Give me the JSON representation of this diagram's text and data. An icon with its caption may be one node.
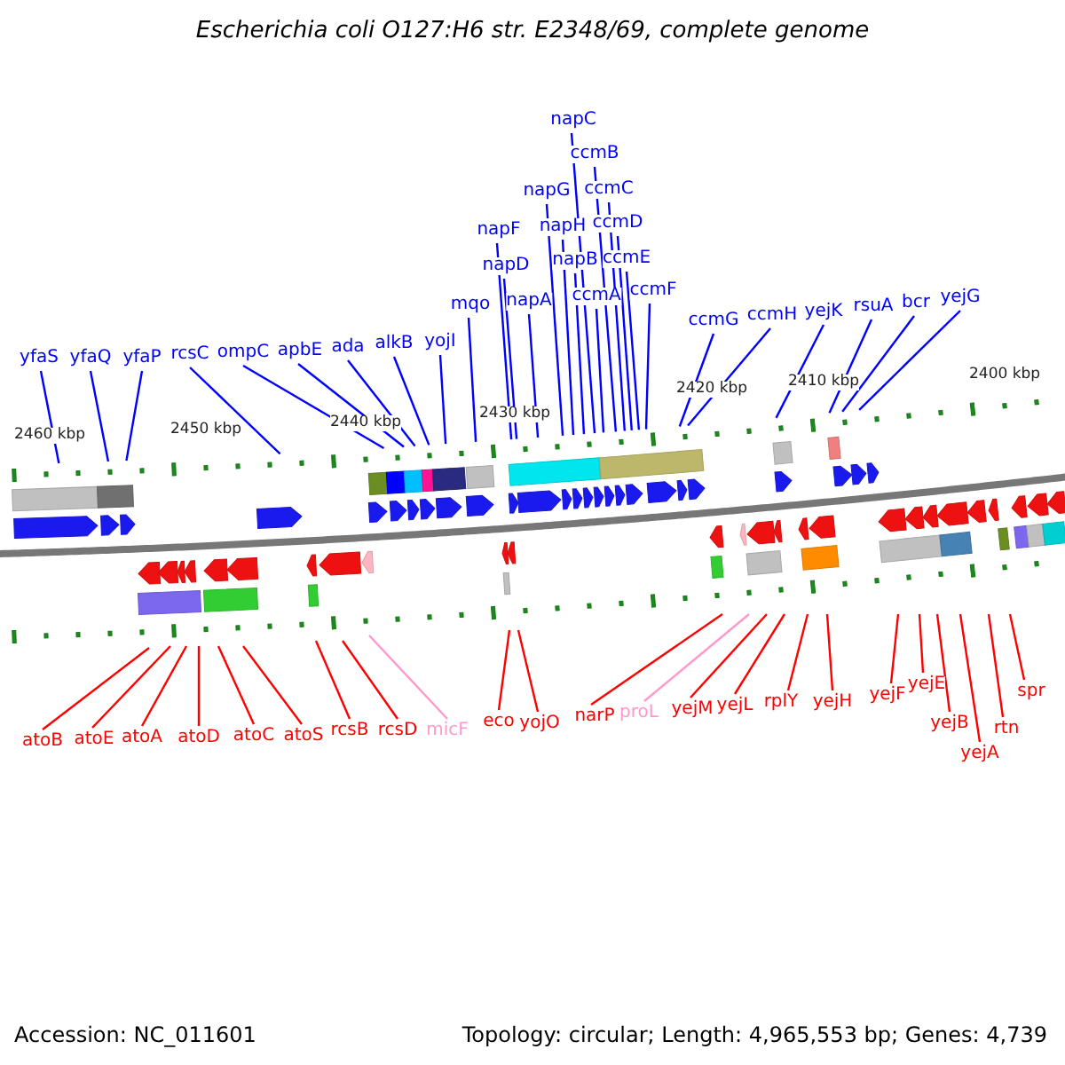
{
  "diagram": {
    "title": "Escherichia coli O127:H6 str. E2348/69, complete genome",
    "nodes": [
      {
        "text": [
          "yfaS"
        ]
      },
      {
        "text": [
          "yfaQ"
        ]
      },
      {
        "text": [
          "yfaP"
        ]
      },
      {
        "text": [
          "rcsC"
        ]
      },
      {
        "text": [
          "ompC"
        ]
      },
      {
        "text": [
          "apbE"
        ]
      },
      {
        "text": [
          "ada"
        ]
      },
      {
        "text": [
          "alkB"
        ]
      },
      {
        "text": [
          "yojI"
        ]
      },
      {
        "text": [
          "mqo"
        ]
      },
      {
        "text": [
          "napF"
        ]
      },
      {
        "text": [
          "napD"
        ]
      },
      {
        "text": [
          "napA"
        ]
      },
      {
        "text": [
          "napC"
        ]
      },
      {
        "text": [
          "ccmB"
        ]
      },
      {
        "text": [
          "napG"
        ]
      },
      {
        "text": [
          "ccmC"
        ]
      },
      {
        "text": [
          "napH"
        ]
      },
      {
        "text": [
          "ccmD"
        ]
      },
      {
        "text": [
          "napB"
        ]
      },
      {
        "text": [
          "ccmE"
        ]
      },
      {
        "text": [
          "ccmA"
        ]
      },
      {
        "text": [
          "ccmF"
        ]
      },
      {
        "text": [
          "ccmG"
        ]
      },
      {
        "text": [
          "ccmH"
        ]
      },
      {
        "text": [
          "yejK"
        ]
      },
      {
        "text": [
          "rsuA"
        ]
      },
      {
        "text": [
          "bcr"
        ]
      },
      {
        "text": [
          "yejG"
        ]
      },
      {
        "text": [
          "atoB"
        ]
      },
      {
        "text": [
          "atoE"
        ]
      },
      {
        "text": [
          "atoA"
        ]
      },
      {
        "text": [
          "atoD"
        ]
      },
      {
        "text": [
          "atoC"
        ]
      },
      {
        "text": [
          "atoS"
        ]
      },
      {
        "text": [
          "rcsB"
        ]
      },
      {
        "text": [
          "rcsD"
        ]
      },
      {
        "text": [
          "micF"
        ]
      },
      {
        "text": [
          "eco"
        ]
      },
      {
        "text": [
          "yojO"
        ]
      },
      {
        "text": [
          "narP"
        ]
      },
      {
        "text": [
          "proL"
        ]
      },
      {
        "text": [
          "yejM"
        ]
      },
      {
        "text": [
          "yejL"
        ]
      },
      {
        "text": [
          "rplY"
        ]
      },
      {
        "text": [
          "yejH"
        ]
      },
      {
        "text": [
          "yejF"
        ]
      },
      {
        "text": [
          "yejE"
        ]
      },
      {
        "text": [
          "yejB"
        ]
      },
      {
        "text": [
          "yejA"
        ]
      },
      {
        "text": [
          "rtn"
        ]
      },
      {
        "text": [
          "spr"
        ]
      }
    ],
    "edges": [
      {
        "from": 0,
        "to": null,
        "arrow": "none"
      },
      {
        "from": 1,
        "to": null,
        "arrow": "none"
      },
      {
        "from": 2,
        "to": null,
        "arrow": "none"
      },
      {
        "from": 3,
        "to": null,
        "arrow": "none"
      },
      {
        "from": 4,
        "to": null,
        "arrow": "none"
      },
      {
        "from": 5,
        "to": null,
        "arrow": "none"
      },
      {
        "from": 6,
        "to": null,
        "arrow": "none"
      },
      {
        "from": 7,
        "to": null,
        "arrow": "none"
      },
      {
        "from": 8,
        "to": null,
        "arrow": "none"
      },
      {
        "from": 9,
        "to": null,
        "arrow": "none"
      },
      {
        "from": 10,
        "to": null,
        "arrow": "none"
      },
      {
        "from": 11,
        "to": null,
        "arrow": "none"
      },
      {
        "from": 12,
        "to": null,
        "arrow": "none"
      },
      {
        "from": 13,
        "to": null,
        "arrow": "none"
      },
      {
        "from": 14,
        "to": null,
        "arrow": "none"
      },
      {
        "from": 15,
        "to": null,
        "arrow": "none"
      },
      {
        "from": 16,
        "to": null,
        "arrow": "none"
      },
      {
        "from": 17,
        "to": null,
        "arrow": "none"
      },
      {
        "from": 18,
        "to": null,
        "arrow": "none"
      },
      {
        "from": 19,
        "to": null,
        "arrow": "none"
      },
      {
        "from": 20,
        "to": null,
        "arrow": "none"
      },
      {
        "from": 21,
        "to": null,
        "arrow": "none"
      },
      {
        "from": 22,
        "to": null,
        "arrow": "none"
      },
      {
        "from": 23,
        "to": null,
        "arrow": "none"
      },
      {
        "from": 24,
        "to": null,
        "arrow": "none"
      },
      {
        "from": 25,
        "to": null,
        "arrow": "none"
      },
      {
        "from": 26,
        "to": null,
        "arrow": "none"
      },
      {
        "from": 27,
        "to": null,
        "arrow": "none"
      },
      {
        "from": 28,
        "to": null,
        "arrow": "none"
      },
      {
        "from": 29,
        "to": null,
        "arrow": "none",
        "color": "#ff0000"
      },
      {
        "from": 30,
        "to": null,
        "arrow": "none",
        "color": "#ff0000"
      },
      {
        "from": 31,
        "to": null,
        "arrow": "none",
        "color": "#ff0000"
      },
      {
        "from": 32,
        "to": null,
        "arrow": "none",
        "color": "#ff0000"
      },
      {
        "from": 33,
        "to": null,
        "arrow": "none",
        "color": "#ff0000"
      },
      {
        "from": 34,
        "to": null,
        "arrow": "none",
        "color": "#ff0000"
      },
      {
        "from": 35,
        "to": null,
        "arrow": "none",
        "color": "#ff0000"
      },
      {
        "from": 36,
        "to": null,
        "arrow": "none",
        "color": "#ff0000"
      },
      {
        "from": 37,
        "to": null,
        "arrow": "none",
        "color": "#ff99cc"
      },
      {
        "from": 38,
        "to": null,
        "arrow": "none",
        "color": "#ff0000"
      },
      {
        "from": 39,
        "to": null,
        "arrow": "none",
        "color": "#ff0000"
      },
      {
        "from": 40,
        "to": null,
        "arrow": "none",
        "color": "#ff0000"
      },
      {
        "from": 41,
        "to": null,
        "arrow": "none",
        "color": "#ff99cc"
      },
      {
        "from": 42,
        "to": null,
        "arrow": "none",
        "color": "#ff0000"
      },
      {
        "from": 43,
        "to": null,
        "arrow": "none",
        "color": "#ff0000"
      },
      {
        "from": 44,
        "to": null,
        "arrow": "none",
        "color": "#ff0000"
      },
      {
        "from": 45,
        "to": null,
        "arrow": "none",
        "color": "#ff0000"
      },
      {
        "from": 46,
        "to": null,
        "arrow": "none",
        "color": "#ff0000"
      },
      {
        "from": 47,
        "to": null,
        "arrow": "none",
        "color": "#ff0000"
      },
      {
        "from": 48,
        "to": null,
        "arrow": "none",
        "color": "#ff0000"
      },
      {
        "from": 49,
        "to": null,
        "arrow": "none",
        "color": "#ff0000"
      },
      {
        "from": 50,
        "to": null,
        "arrow": "none",
        "color": "#ff0000"
      },
      {
        "from": 51,
        "to": null,
        "arrow": "none",
        "color": "#ff0000"
      }
    ],
    "labels": [
      "2460 kbp",
      "2450 kbp",
      "2440 kbp",
      "2430 kbp",
      "2420 kbp",
      "2410 kbp",
      "2400 kbp",
      "Accession: NC_011601",
      "Topology: circular; Length: 4,965,553 bp; Genes: 4,739"
    ]
  }
}
